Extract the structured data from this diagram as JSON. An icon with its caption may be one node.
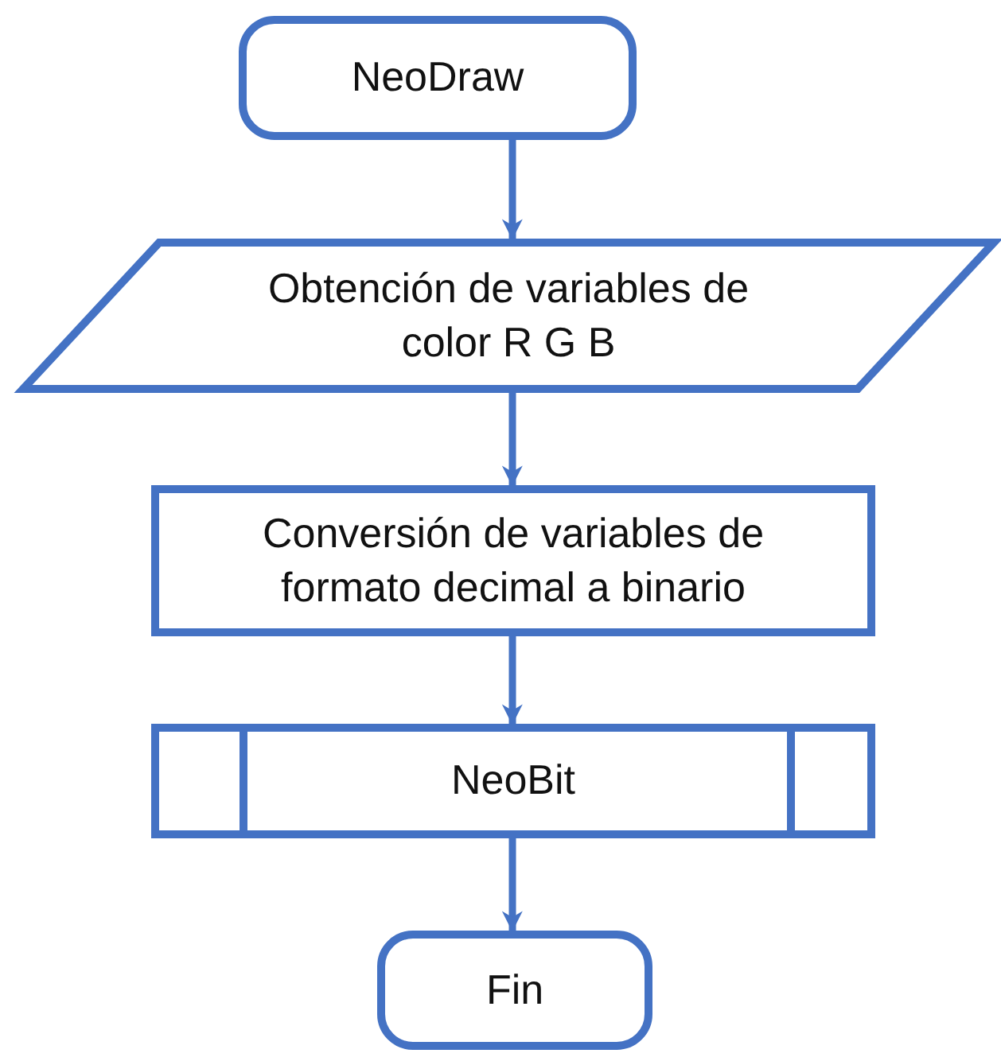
{
  "diagram": {
    "nodes": [
      {
        "text": [
          "NeoDraw"
        ]
      },
      {
        "text": [
          "Obtención de variables de color R G B"
        ]
      },
      {
        "text": [
          "Conversión de variables de formato decimal a binario"
        ]
      },
      {
        "text": [
          "NeoBit"
        ]
      },
      {
        "text": [
          "Fin"
        ]
      }
    ],
    "edges": [
      {
        "from": 0,
        "to": 1,
        "arrow": "to"
      },
      {
        "from": 1,
        "to": 2,
        "arrow": "to"
      },
      {
        "from": 2,
        "to": 3,
        "arrow": "to"
      },
      {
        "from": 3,
        "to": 4,
        "arrow": "to"
      }
    ]
  }
}
